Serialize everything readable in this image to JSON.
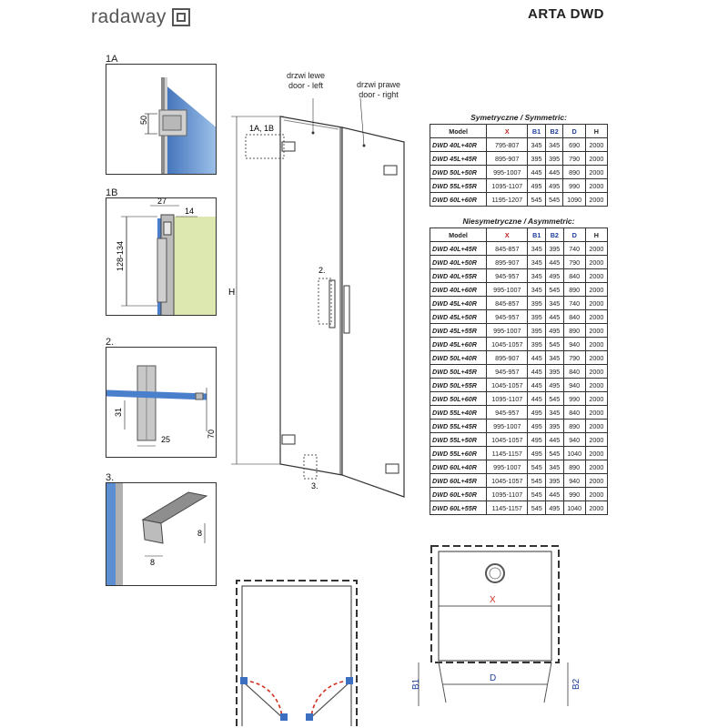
{
  "brand": {
    "name": "radaway"
  },
  "header": {
    "title": "ARTA DWD"
  },
  "details": [
    {
      "label": "1A",
      "dim": "50"
    },
    {
      "label": "1B",
      "dims": [
        "27",
        "14",
        "128-134"
      ]
    },
    {
      "label": "2.",
      "dims": [
        "31",
        "25",
        "70"
      ]
    },
    {
      "label": "3.",
      "dims": [
        "8",
        "8"
      ]
    }
  ],
  "elevation": {
    "left_door": "drzwi lewe\ndoor - left",
    "left_door_lines": [
      "drzwi lewe",
      "door - left"
    ],
    "right_door_lines": [
      "drzwi prawe",
      "door - right"
    ],
    "callout_1": "1A, 1B",
    "callout_2": "2.",
    "callout_3": "3.",
    "height_label": "H"
  },
  "symmetric": {
    "caption": "Symetryczne / Symmetric:",
    "columns": [
      "Model",
      "X",
      "B1",
      "B2",
      "D",
      "H"
    ],
    "rows": [
      [
        "DWD 40L+40R",
        "795-807",
        "345",
        "345",
        "690",
        "2000"
      ],
      [
        "DWD 45L+45R",
        "895-907",
        "395",
        "395",
        "790",
        "2000"
      ],
      [
        "DWD 50L+50R",
        "995-1007",
        "445",
        "445",
        "890",
        "2000"
      ],
      [
        "DWD 55L+55R",
        "1095-1107",
        "495",
        "495",
        "990",
        "2000"
      ],
      [
        "DWD 60L+60R",
        "1195-1207",
        "545",
        "545",
        "1090",
        "2000"
      ]
    ]
  },
  "asymmetric": {
    "caption": "Niesymetryczne / Asymmetric:",
    "columns": [
      "Model",
      "X",
      "B1",
      "B2",
      "D",
      "H"
    ],
    "rows": [
      [
        "DWD 40L+45R",
        "845-857",
        "345",
        "395",
        "740",
        "2000"
      ],
      [
        "DWD 40L+50R",
        "895-907",
        "345",
        "445",
        "790",
        "2000"
      ],
      [
        "DWD 40L+55R",
        "945-957",
        "345",
        "495",
        "840",
        "2000"
      ],
      [
        "DWD 40L+60R",
        "995-1007",
        "345",
        "545",
        "890",
        "2000"
      ],
      [
        "DWD 45L+40R",
        "845-857",
        "395",
        "345",
        "740",
        "2000"
      ],
      [
        "DWD 45L+50R",
        "945-957",
        "395",
        "445",
        "840",
        "2000"
      ],
      [
        "DWD 45L+55R",
        "995-1007",
        "395",
        "495",
        "890",
        "2000"
      ],
      [
        "DWD 45L+60R",
        "1045-1057",
        "395",
        "545",
        "940",
        "2000"
      ],
      [
        "DWD 50L+40R",
        "895-907",
        "445",
        "345",
        "790",
        "2000"
      ],
      [
        "DWD 50L+45R",
        "945-957",
        "445",
        "395",
        "840",
        "2000"
      ],
      [
        "DWD 50L+55R",
        "1045-1057",
        "445",
        "495",
        "940",
        "2000"
      ],
      [
        "DWD 50L+60R",
        "1095-1107",
        "445",
        "545",
        "990",
        "2000"
      ],
      [
        "DWD 55L+40R",
        "945-957",
        "495",
        "345",
        "840",
        "2000"
      ],
      [
        "DWD 55L+45R",
        "995-1007",
        "495",
        "395",
        "890",
        "2000"
      ],
      [
        "DWD 55L+50R",
        "1045-1057",
        "495",
        "445",
        "940",
        "2000"
      ],
      [
        "DWD 55L+60R",
        "1145-1157",
        "495",
        "545",
        "1040",
        "2000"
      ],
      [
        "DWD 60L+40R",
        "995-1007",
        "545",
        "345",
        "890",
        "2000"
      ],
      [
        "DWD 60L+45R",
        "1045-1057",
        "545",
        "395",
        "940",
        "2000"
      ],
      [
        "DWD 60L+50R",
        "1095-1107",
        "545",
        "445",
        "990",
        "2000"
      ],
      [
        "DWD 60L+55R",
        "1145-1157",
        "545",
        "495",
        "1040",
        "2000"
      ]
    ]
  },
  "plan": {
    "x_label": "X",
    "d_label": "D",
    "b1_label": "B1",
    "b2_label": "B2"
  },
  "colors": {
    "glass": "#5b8fd1",
    "wall_green": "#dde8b0",
    "arc_red": "#d03020",
    "dim_blue": "#2040a0"
  }
}
